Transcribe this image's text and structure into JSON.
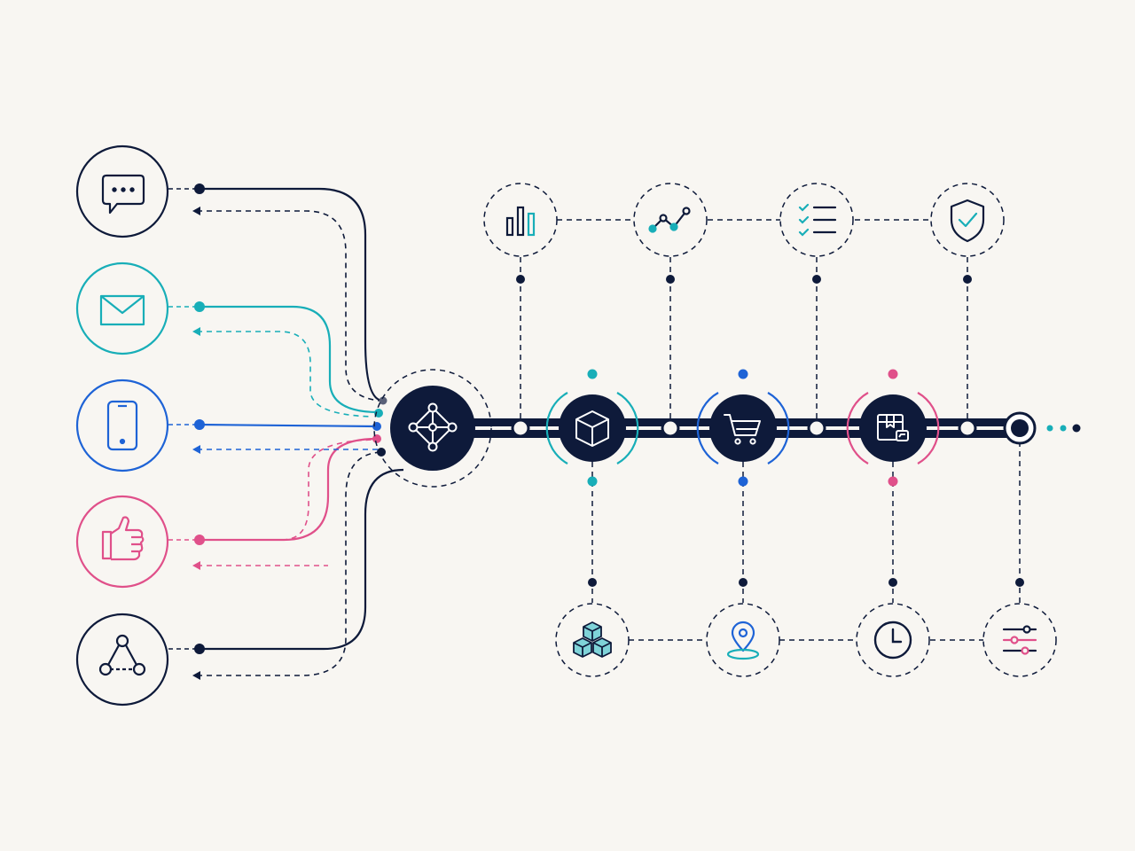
{
  "colors": {
    "background": "#f8f6f2",
    "navy": "#0e1a3a",
    "teal": "#18aeb8",
    "blue": "#1e63d6",
    "pink": "#e0508a",
    "grey": "#8b93a8"
  },
  "channels": [
    {
      "icon": "chat-bubble-icon",
      "color": "navy"
    },
    {
      "icon": "mail-icon",
      "color": "teal"
    },
    {
      "icon": "mobile-phone-icon",
      "color": "blue"
    },
    {
      "icon": "thumbs-up-icon",
      "color": "pink"
    },
    {
      "icon": "network-triangle-icon",
      "color": "navy"
    }
  ],
  "hub": {
    "icon": "network-hub-icon"
  },
  "pipeline_nodes": [
    {
      "icon": "cube-icon",
      "accent": "teal"
    },
    {
      "icon": "shopping-cart-icon",
      "accent": "blue"
    },
    {
      "icon": "package-icon",
      "accent": "pink"
    }
  ],
  "top_services": [
    {
      "icon": "bar-chart-icon"
    },
    {
      "icon": "line-trend-icon"
    },
    {
      "icon": "checklist-icon"
    },
    {
      "icon": "shield-check-icon"
    }
  ],
  "bottom_services": [
    {
      "icon": "stacked-blocks-icon"
    },
    {
      "icon": "location-pin-icon"
    },
    {
      "icon": "clock-icon"
    },
    {
      "icon": "sliders-icon"
    }
  ],
  "endpoint": {
    "icon": "endpoint-ring-icon"
  }
}
